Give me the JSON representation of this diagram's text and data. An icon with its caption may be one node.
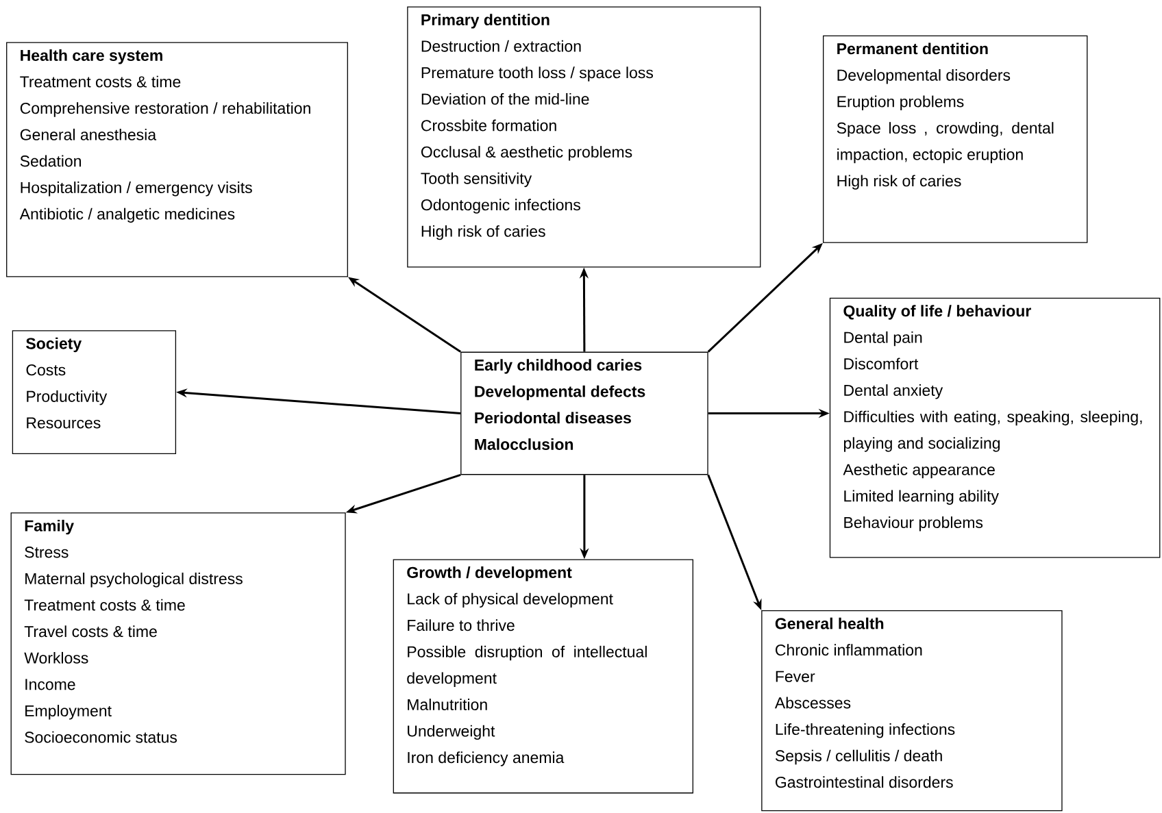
{
  "diagram": {
    "nodes": [
      {
        "text": [
          "Early childhood caries",
          "Developmental defects",
          "Periodontal diseases",
          "Malocclusion"
        ]
      },
      {
        "text": [
          "Health care system",
          "Treatment costs & time",
          "Comprehensive restoration / rehabilitation",
          "General anesthesia",
          "Sedation",
          "Hospitalization / emergency visits",
          "Antibiotic / analgetic medicines"
        ]
      },
      {
        "text": [
          "Primary dentition",
          "Destruction / extraction",
          "Premature tooth loss / space loss",
          "Deviation of the mid-line",
          "Crossbite formation",
          "Occlusal & aesthetic problems",
          "Tooth sensitivity",
          "Odontogenic infections",
          "High risk of caries"
        ]
      },
      {
        "text": [
          "Permanent dentition",
          "Developmental disorders",
          "Eruption problems",
          "Space loss , crowding, dental impaction, ectopic eruption",
          "High risk of caries"
        ]
      },
      {
        "text": [
          "Society",
          "Costs",
          "Productivity",
          "Resources"
        ]
      },
      {
        "text": [
          "Quality of life / behaviour",
          "Dental pain",
          "Discomfort",
          "Dental anxiety",
          "Difficulties with eating, speaking, sleeping, playing and socializing",
          "Aesthetic appearance",
          "Limited learning ability",
          "Behaviour problems"
        ]
      },
      {
        "text": [
          "Family",
          "Stress",
          "Maternal psychological distress",
          "Treatment costs & time",
          "Travel costs & time",
          "Workloss",
          "Income",
          "Employment",
          "Socioeconomic status"
        ]
      },
      {
        "text": [
          "Growth / development",
          "Lack of physical development",
          "Failure to thrive",
          "Possible disruption of intellectual development",
          "Malnutrition",
          "Underweight",
          "Iron deficiency anemia"
        ]
      },
      {
        "text": [
          "General health",
          "Chronic inflammation",
          "Fever",
          "Abscesses",
          "Life-threatening infections",
          "Sepsis / cellulitis / death",
          "Gastrointestinal disorders"
        ]
      }
    ],
    "edges": [
      {
        "from": 0,
        "to": 1,
        "arrow": "to"
      },
      {
        "from": 0,
        "to": 2,
        "arrow": "to"
      },
      {
        "from": 0,
        "to": 3,
        "arrow": "to"
      },
      {
        "from": 0,
        "to": 4,
        "arrow": "to"
      },
      {
        "from": 0,
        "to": 5,
        "arrow": "to"
      },
      {
        "from": 0,
        "to": 6,
        "arrow": "to"
      },
      {
        "from": 0,
        "to": 7,
        "arrow": "to"
      },
      {
        "from": 0,
        "to": 8,
        "arrow": "to"
      }
    ]
  }
}
